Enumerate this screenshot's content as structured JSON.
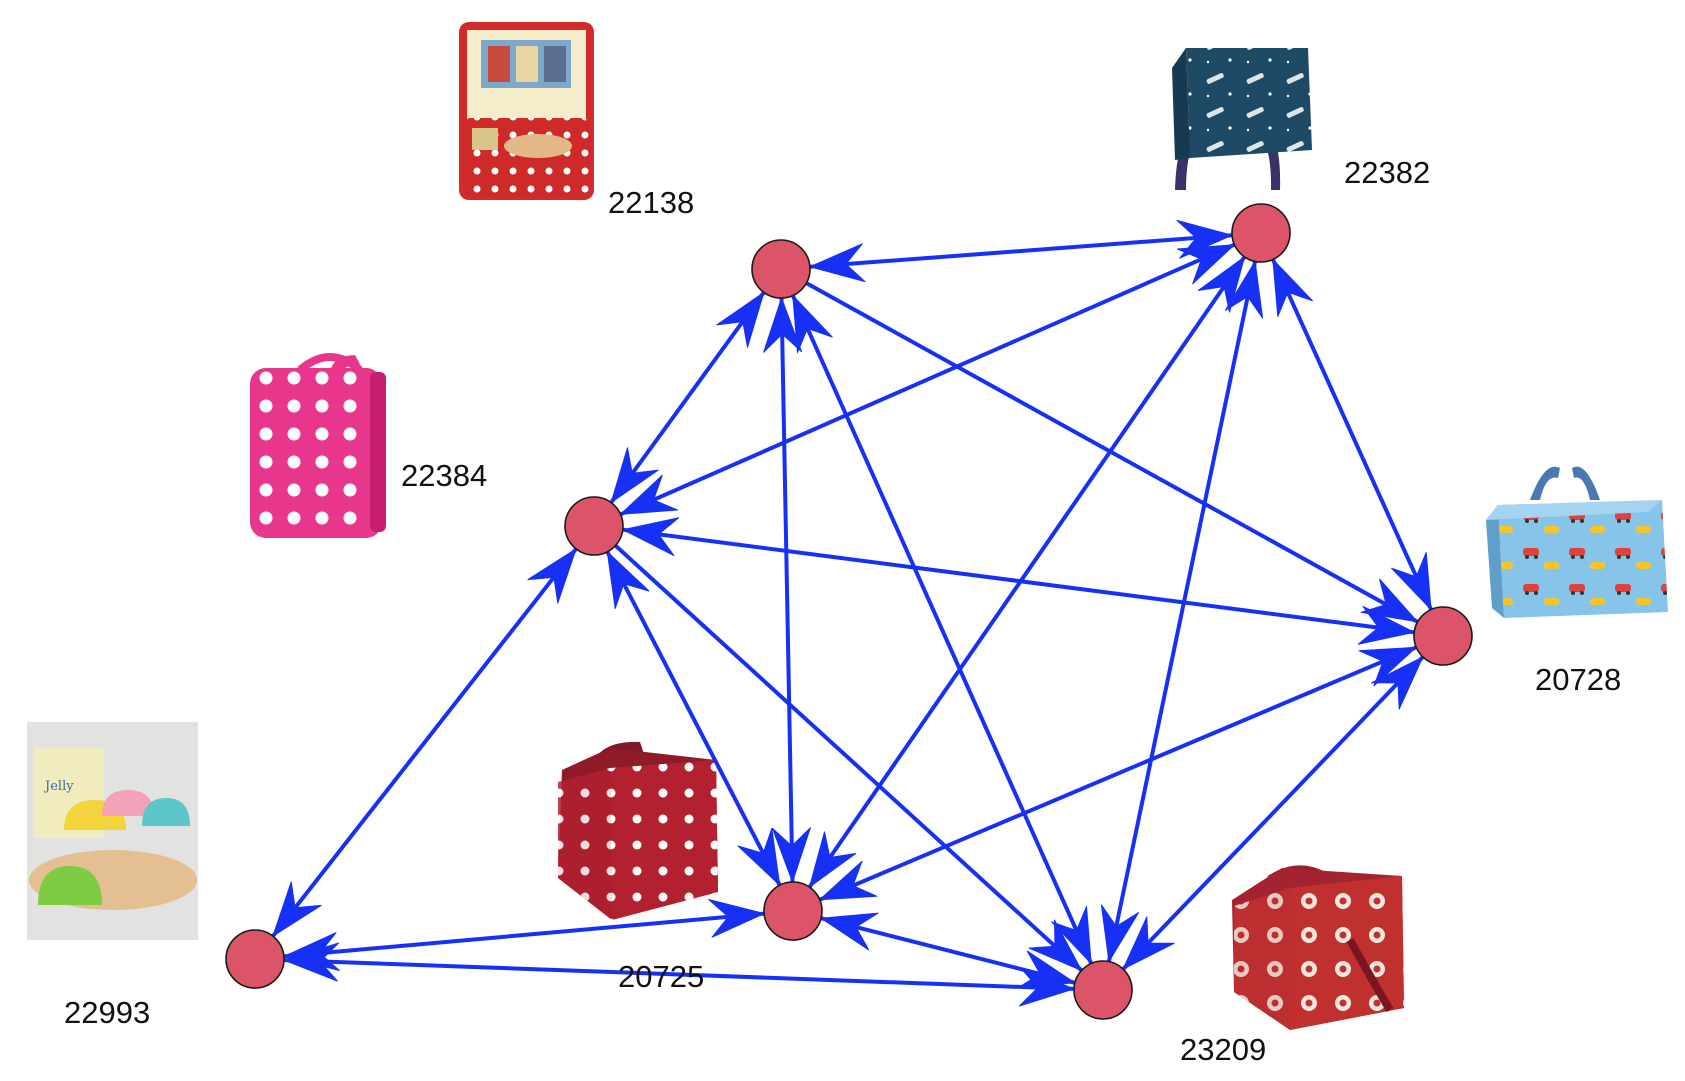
{
  "graph": {
    "node_color": "#dc5468",
    "edge_color": "#1631f5",
    "nodes": [
      {
        "id": "n0",
        "label": "22138"
      },
      {
        "id": "n1",
        "label": "22382"
      },
      {
        "id": "n2",
        "label": "22384"
      },
      {
        "id": "n3",
        "label": "20728"
      },
      {
        "id": "n4",
        "label": "22993"
      },
      {
        "id": "n5",
        "label": "20725"
      },
      {
        "id": "n6",
        "label": "23209"
      }
    ],
    "edges": [
      {
        "from": "n0",
        "to": "n1",
        "directed": "both"
      },
      {
        "from": "n0",
        "to": "n2",
        "directed": "both"
      },
      {
        "from": "n0",
        "to": "n3",
        "directed": "to"
      },
      {
        "from": "n0",
        "to": "n5",
        "directed": "both"
      },
      {
        "from": "n0",
        "to": "n6",
        "directed": "both"
      },
      {
        "from": "n1",
        "to": "n2",
        "directed": "both"
      },
      {
        "from": "n1",
        "to": "n3",
        "directed": "both"
      },
      {
        "from": "n1",
        "to": "n5",
        "directed": "both"
      },
      {
        "from": "n1",
        "to": "n6",
        "directed": "both"
      },
      {
        "from": "n2",
        "to": "n3",
        "directed": "both"
      },
      {
        "from": "n2",
        "to": "n4",
        "directed": "both"
      },
      {
        "from": "n2",
        "to": "n5",
        "directed": "both"
      },
      {
        "from": "n2",
        "to": "n6",
        "directed": "to"
      },
      {
        "from": "n3",
        "to": "n5",
        "directed": "both"
      },
      {
        "from": "n3",
        "to": "n6",
        "directed": "both"
      },
      {
        "from": "n4",
        "to": "n5",
        "directed": "both"
      },
      {
        "from": "n4",
        "to": "n6",
        "directed": "both"
      },
      {
        "from": "n5",
        "to": "n6",
        "directed": "both"
      }
    ]
  }
}
